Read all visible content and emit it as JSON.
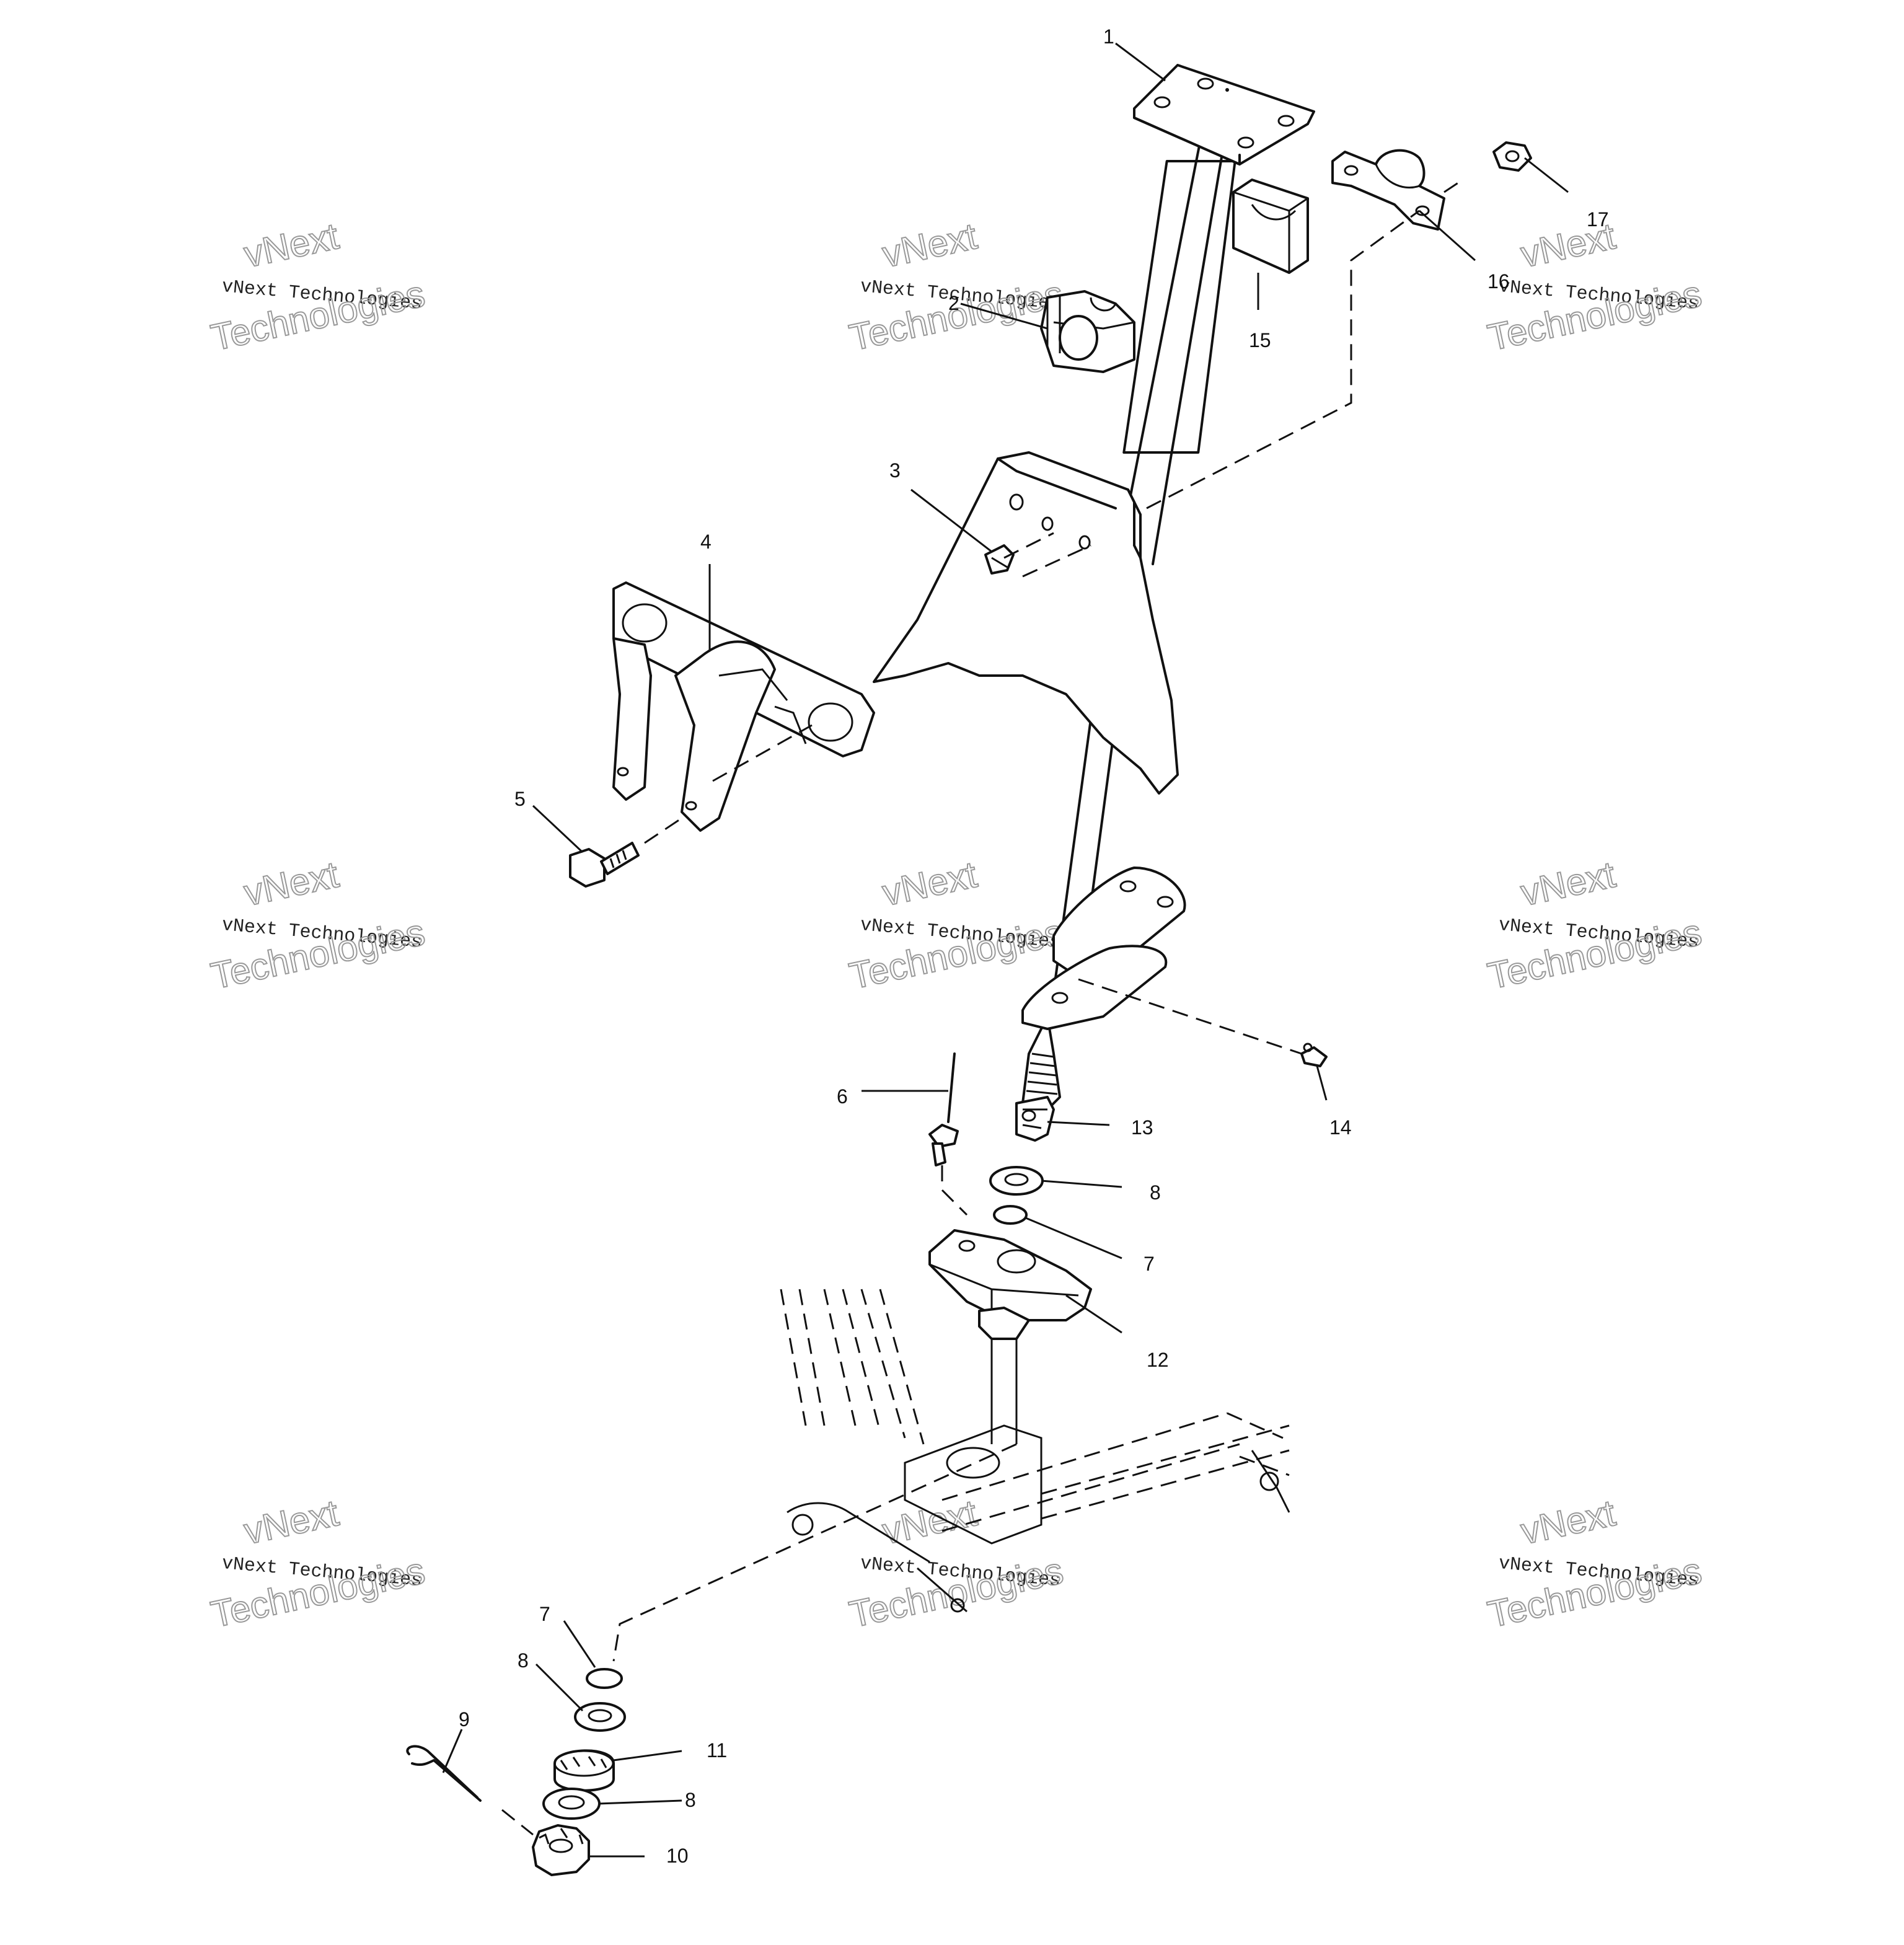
{
  "callouts": [
    {
      "id": "1",
      "label": "1"
    },
    {
      "id": "2",
      "label": "2"
    },
    {
      "id": "3",
      "label": "3"
    },
    {
      "id": "4",
      "label": "4"
    },
    {
      "id": "5",
      "label": "5"
    },
    {
      "id": "6",
      "label": "6"
    },
    {
      "id": "7a",
      "label": "7"
    },
    {
      "id": "7b",
      "label": "7"
    },
    {
      "id": "8a",
      "label": "8"
    },
    {
      "id": "8b",
      "label": "8"
    },
    {
      "id": "8c",
      "label": "8"
    },
    {
      "id": "9",
      "label": "9"
    },
    {
      "id": "10",
      "label": "10"
    },
    {
      "id": "11",
      "label": "11"
    },
    {
      "id": "12",
      "label": "12"
    },
    {
      "id": "13",
      "label": "13"
    },
    {
      "id": "14",
      "label": "14"
    },
    {
      "id": "15",
      "label": "15"
    },
    {
      "id": "16",
      "label": "16"
    },
    {
      "id": "17",
      "label": "17"
    }
  ],
  "watermark": {
    "line1": "vNext",
    "line2": "vNext Technologies",
    "line3": "Technologies"
  }
}
